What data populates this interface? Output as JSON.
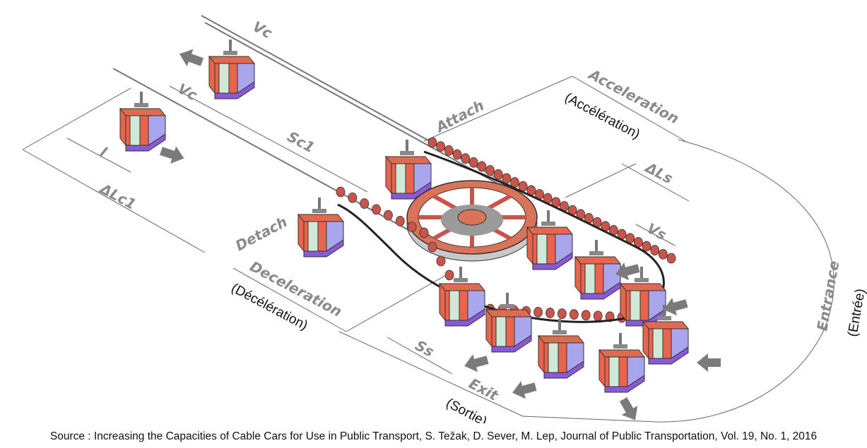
{
  "labels": {
    "vc_top": "Vc",
    "vc_left": "Vc",
    "sc1": "Sc1",
    "l": "l",
    "delta_lc1": "ΔLc1",
    "attach": "Attach",
    "detach": "Detach",
    "acceleration": "Acceleration",
    "acceleration_fr": "(Accélération)",
    "delta_ls": "ΔLs",
    "vs": "Vs",
    "deceleration": "Deceleration",
    "deceleration_fr": "(Décélération)",
    "ss": "Ss",
    "exit": "Exit",
    "exit_fr": "(Sortie)",
    "entrance": "Entrance",
    "entrance_fr": "(Entrée)"
  },
  "source": "Source : Increasing the Capacities of Cable Cars for Use in Public Transport, S. Težak, D. Sever, M. Lep, Journal of Public Transportation, Vol. 19, No. 1, 2016",
  "colors": {
    "cabin_red": "#e8644c",
    "cabin_purple": "#8a5ad6",
    "cabin_blue": "#a9a6ee",
    "cabin_mint": "#cfe8d8",
    "wheel": "#d9735a",
    "chain": "#c9554a",
    "arrow": "#7b7b7b"
  }
}
